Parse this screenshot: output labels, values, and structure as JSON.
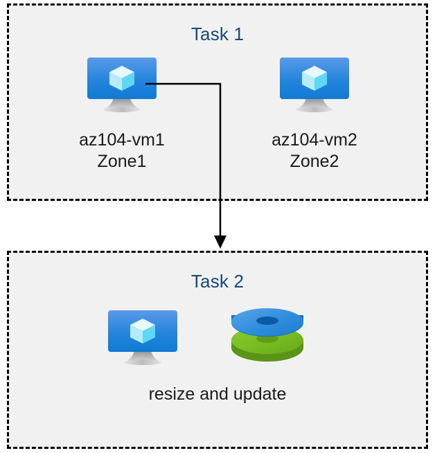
{
  "diagram": {
    "title": "Azure VM tasks diagram",
    "background_color": "#ffffff",
    "box_fill_color": "#f1f1f1",
    "box_border_color": "#000000",
    "title_color": "#15497a",
    "label_color": "#1a1a1a",
    "connector_color": "#000000"
  },
  "task1": {
    "title": "Task 1",
    "nodes": [
      {
        "icon": "virtual-machine-icon",
        "label": "az104-vm1\nZone1",
        "name": "az104-vm1",
        "zone": "Zone1"
      },
      {
        "icon": "virtual-machine-icon",
        "label": "az104-vm2\nZone2",
        "name": "az104-vm2",
        "zone": "Zone2"
      }
    ]
  },
  "task2": {
    "title": "Task 2",
    "caption": "resize and update",
    "icons": [
      {
        "icon": "virtual-machine-icon",
        "name": "virtual-machine"
      },
      {
        "icon": "disks-icon",
        "name": "disks",
        "colors": [
          "#2e8ddb",
          "#6ab023"
        ]
      }
    ]
  },
  "connector": {
    "from": "az104-vm1",
    "to": "task2",
    "arrow": "down-arrowhead"
  },
  "icon_colors": {
    "vm_screen_top": "#5a9ae8",
    "vm_screen_bottom": "#0f7ad4",
    "vm_cube_light": "#d6f4fb",
    "vm_cube_mid": "#9fe4f6",
    "vm_cube_dark": "#54d6f2",
    "vm_stand": "#a8a8a8",
    "disk_blue_top": "#3d93e0",
    "disk_blue_side": "#1573c4",
    "disk_blue_hole": "#0a5ba3",
    "disk_green_top": "#76bc21",
    "disk_green_side": "#5a9416",
    "disk_green_hole": "#5f9e19"
  }
}
